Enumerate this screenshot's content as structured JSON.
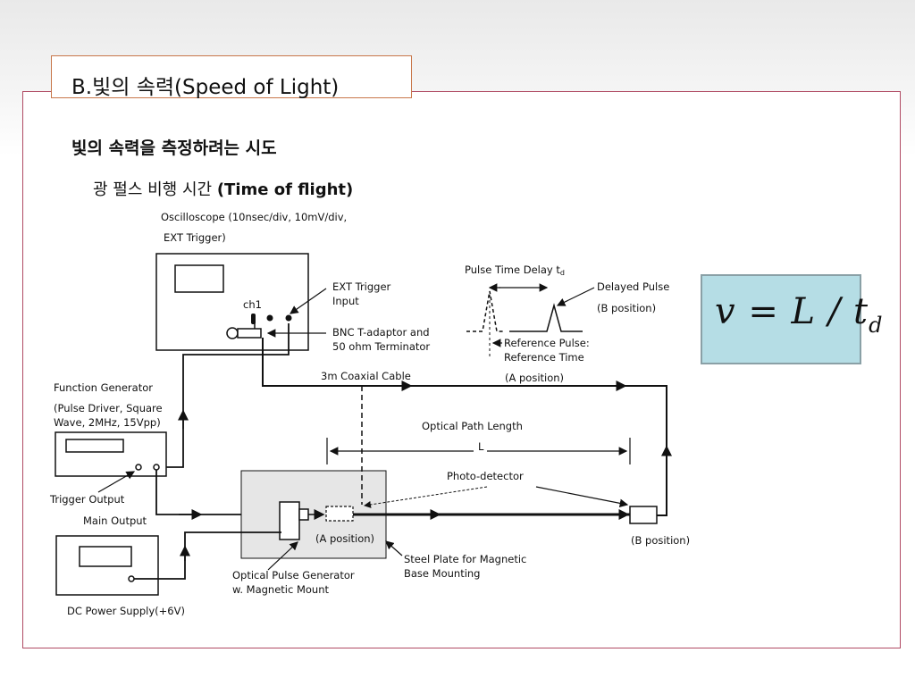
{
  "slide": {
    "title": "B.빛의 속력(Speed of Light)",
    "heading": "빛의 속력을 측정하려는 시도",
    "subheading_ko": "광 펄스 비행 시간",
    "subheading_en": "(Time of flight)"
  },
  "formula": {
    "main": "v = L / t",
    "sub": "d"
  },
  "diagram": {
    "oscilloscope_line1": "Oscilloscope (10nsec/div, 10mV/div,",
    "oscilloscope_line2": "EXT Trigger)",
    "ch1": "ch1",
    "ext_trigger_line1": "EXT Trigger",
    "ext_trigger_line2": "Input",
    "bnc_line1": "BNC T-adaptor and",
    "bnc_line2": "50 ohm Terminator",
    "coax": "3m Coaxial Cable",
    "pulse_delay": "Pulse Time Delay  t",
    "pulse_delay_sub": "d",
    "delayed_pulse": "Delayed Pulse",
    "b_pos_paren": "(B position)",
    "ref_pulse_line1": "Reference Pulse:",
    "ref_pulse_line2": "Reference Time",
    "a_pos_paren": "(A position)",
    "function_gen": "Function Generator",
    "function_gen_line2": "(Pulse Driver, Square",
    "function_gen_line3": "Wave, 2MHz, 15Vpp)",
    "trigger_output": "Trigger Output",
    "main_output": "Main Output",
    "optical_path": "Optical Path Length",
    "L": "L",
    "photo_detector": "Photo-detector",
    "a_position": "(A  position)",
    "b_position": "(B   position)",
    "steel_line1": "Steel Plate for Magnetic",
    "steel_line2": "Base Mounting",
    "opg_line1": "Optical Pulse Generator",
    "opg_line2": "w. Magnetic Mount",
    "dc_power": "DC Power Supply(+6V)"
  }
}
